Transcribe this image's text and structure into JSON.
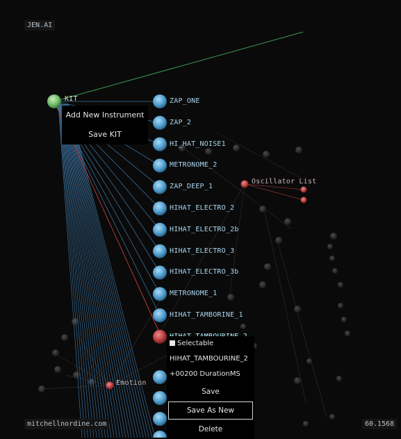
{
  "header": {
    "brand": "JEN.AI"
  },
  "footer": {
    "site": "mitchellnordine.com",
    "fps": "60.1568"
  },
  "kit_node": {
    "label": "KIT"
  },
  "context_menu": {
    "items": [
      "Add New Instrument",
      "Save KIT"
    ]
  },
  "instruments": [
    "ZAP_ONE",
    "ZAP_2",
    "HI_HAT_NOISE1",
    "METRONOME_2",
    "ZAP_DEEP_1",
    "HIHAT_ELECTRO_2",
    "HIHAT_ELECTRO_2b",
    "HIHAT_ELECTRO_3",
    "HIHAT_ELECTRO_3b",
    "METRONOME_1",
    "HIHAT_TAMBORINE_1",
    "HIHAT_TAMBOURINE_2"
  ],
  "selected_instrument": "HIHAT_TAMBOURINE_2",
  "oscillator_node": {
    "label": "Oscillator List"
  },
  "emotion_node": {
    "label": "Emotion"
  },
  "editor": {
    "selectable_label": "Selectable",
    "name_value": "HIHAT_TAMBOURINE_2",
    "duration_value": "+00200",
    "duration_label": "DurationMS",
    "save_label": "Save",
    "save_as_new_label": "Save As New",
    "delete_label": "Delete"
  },
  "colors": {
    "background": "#0a0a0a",
    "instrument_node": "#5ea9d6",
    "kit_node": "#7fc07a",
    "selected_node": "#c94444",
    "link_line": "#3b6f9a",
    "kit_link": "#3c9a56",
    "red_link": "#b03a3a"
  }
}
